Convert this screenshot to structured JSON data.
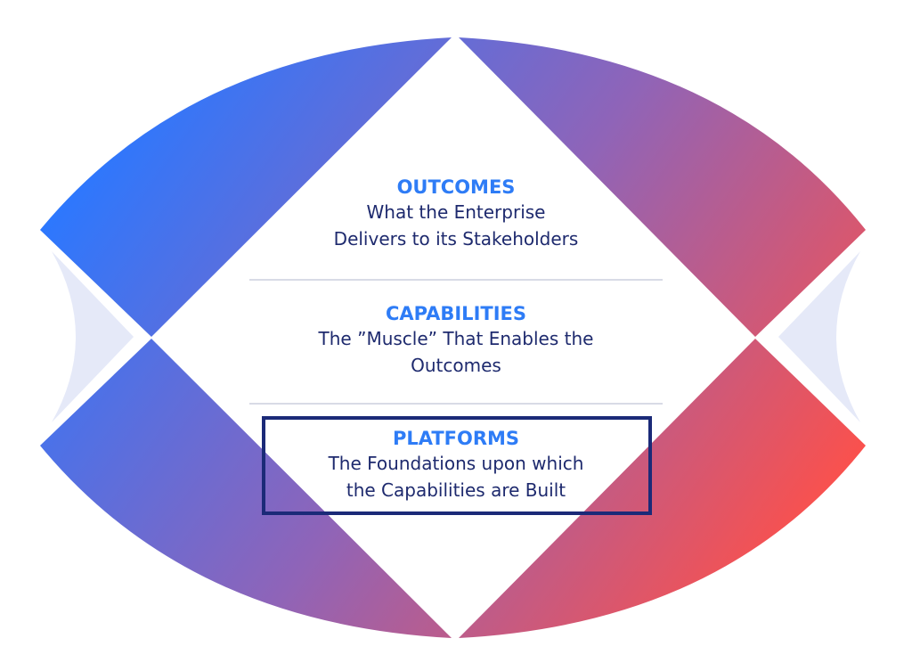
{
  "colors": {
    "blue": "#2b78ff",
    "purple": "#8f64b8",
    "red": "#ff5048",
    "title_blue": "#2e7cf6",
    "text_navy": "#1e2a6e",
    "box_navy": "#1b2a78",
    "side_wing": "#e5e9f8"
  },
  "tiers": [
    {
      "title": "OUTCOMES",
      "line1": "What the Enterprise",
      "line2": "Delivers to its Stakeholders"
    },
    {
      "title": "CAPABILITIES",
      "line1": "The ”Muscle” That Enables the",
      "line2": "Outcomes"
    },
    {
      "title": "PLATFORMS",
      "line1": "The Foundations upon which",
      "line2": "the Capabilities are Built",
      "highlighted": true
    }
  ]
}
